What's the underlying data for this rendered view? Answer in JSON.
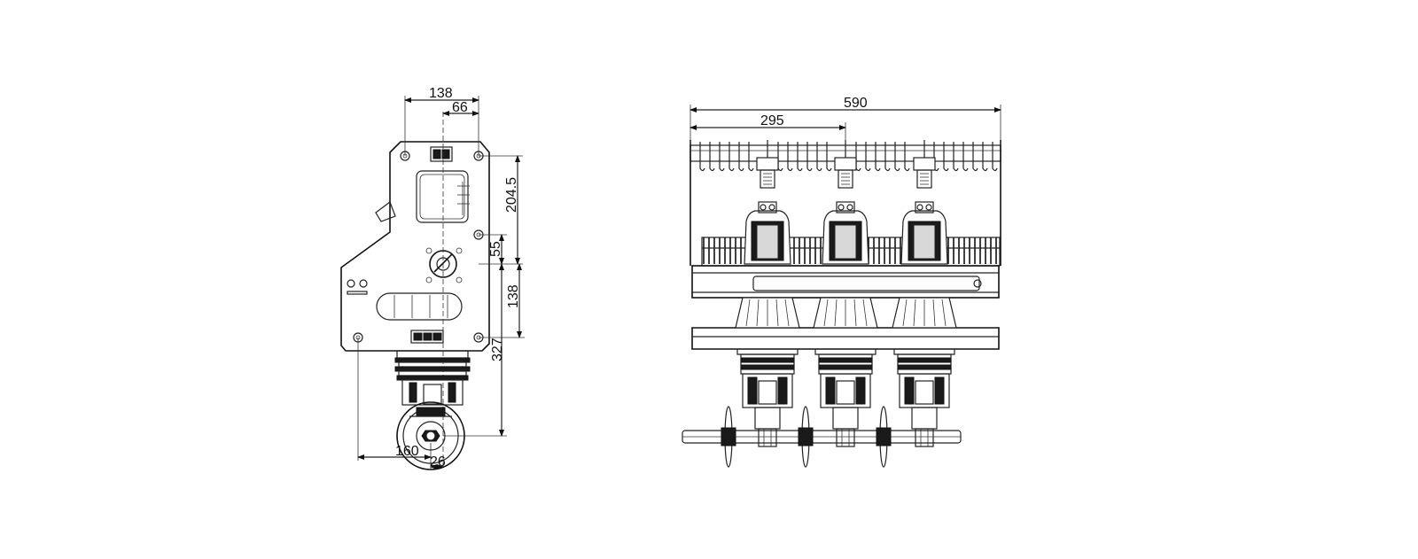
{
  "side_view": {
    "dimensions": {
      "width_top": "138",
      "offset_top": "66",
      "height_upper": "204.5",
      "height_mid": "55",
      "height_lower": "138",
      "height_total": "327",
      "width_bottom": "160",
      "offset_bottom": "26"
    }
  },
  "front_view": {
    "dimensions": {
      "overall_width": "590",
      "half_width": "295"
    }
  }
}
